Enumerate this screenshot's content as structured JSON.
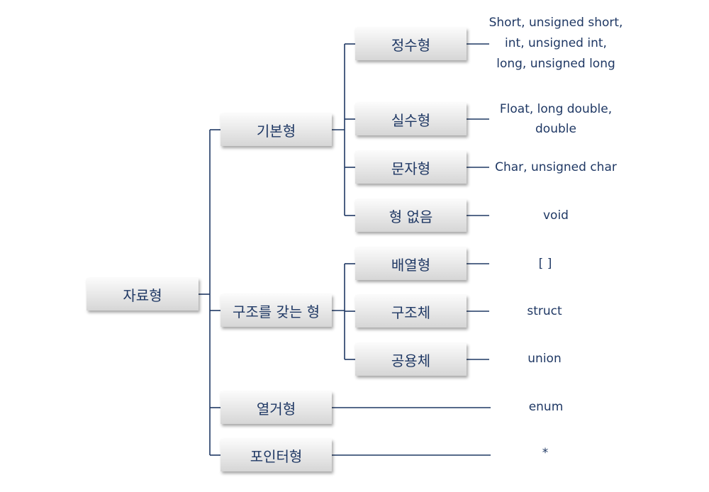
{
  "diagram": {
    "root": {
      "label": "자료형"
    },
    "categories": [
      {
        "label": "기본형",
        "children": [
          {
            "label": "정수형",
            "desc": [
              "Short, unsigned short,",
              "int, unsigned int,",
              "long, unsigned long"
            ]
          },
          {
            "label": "실수형",
            "desc": [
              "Float, long double,",
              "double"
            ]
          },
          {
            "label": "문자형",
            "desc": [
              "Char, unsigned char"
            ]
          },
          {
            "label": "형 없음",
            "desc": [
              "void"
            ]
          }
        ]
      },
      {
        "label": "구조를 갖는 형",
        "children": [
          {
            "label": "배열형",
            "desc": [
              "[ ]"
            ]
          },
          {
            "label": "구조체",
            "desc": [
              "struct"
            ]
          },
          {
            "label": "공용체",
            "desc": [
              "union"
            ]
          }
        ]
      },
      {
        "label": "열거형",
        "desc": [
          "enum"
        ]
      },
      {
        "label": "포인터형",
        "desc": [
          "*"
        ]
      }
    ]
  },
  "colors": {
    "ink": "#1f3864",
    "box_top": "#fbfbfb",
    "box_bottom": "#d6d6d6"
  }
}
